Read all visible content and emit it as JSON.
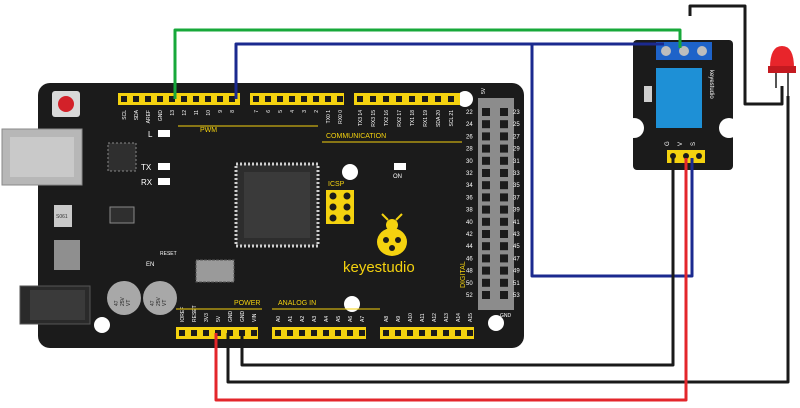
{
  "board": {
    "brand": "keyestudio",
    "logo_icon": "ladybug-logo-icon",
    "section_labels": {
      "pwm": "PWM",
      "communication": "COMMUNICATION",
      "power": "POWER",
      "analog_in": "ANALOG IN",
      "digital": "DIGITAL",
      "icsp": "ICSP",
      "en": "EN",
      "reset": "RESET",
      "on": "ON",
      "gnd": "GND"
    },
    "led_labels": [
      "L",
      "TX",
      "RX"
    ],
    "crystal_label": "S061",
    "capacitor_labels": [
      "47\n25V\nVT",
      "47\n25V\nVT"
    ],
    "top_header_left": [
      "SCL",
      "SDA",
      "AREF",
      "GND",
      "13",
      "12",
      "11",
      "10",
      "9",
      "8"
    ],
    "top_header_mid": [
      "7",
      "6",
      "5",
      "4",
      "3",
      "2",
      "TX0 1",
      "RX0 0"
    ],
    "top_header_right": [
      "TX3 14",
      "RX3 15",
      "TX2 16",
      "RX2 17",
      "TX1 18",
      "RX1 19",
      "SDA 20",
      "SCL 21"
    ],
    "power_pins": [
      "IOREF",
      "RESET",
      "3V3",
      "5V",
      "GND",
      "GND",
      "VIN"
    ],
    "analog_pins_1": [
      "A0",
      "A1",
      "A2",
      "A3",
      "A4",
      "A5",
      "A6",
      "A7"
    ],
    "analog_pins_2": [
      "A8",
      "A9",
      "A10",
      "A11",
      "A12",
      "A13",
      "A14",
      "A15"
    ],
    "digital_left_numbers": [
      "22",
      "24",
      "26",
      "28",
      "30",
      "32",
      "34",
      "36",
      "38",
      "40",
      "42",
      "44",
      "46",
      "48",
      "50",
      "52"
    ],
    "digital_right_numbers": [
      "23",
      "25",
      "27",
      "29",
      "31",
      "33",
      "35",
      "37",
      "39",
      "41",
      "43",
      "45",
      "47",
      "49",
      "51",
      "53"
    ],
    "right_header_top": "5V",
    "right_header_bottom": "GND"
  },
  "relay_module": {
    "brand": "keyestudio",
    "pin_labels": [
      "G",
      "V",
      "S"
    ]
  },
  "led": {
    "color": "#e8252b"
  },
  "wires": {
    "green": "#17a83a",
    "blue": "#1b2a8f",
    "black": "#1a1a1a",
    "red": "#e3262b"
  }
}
